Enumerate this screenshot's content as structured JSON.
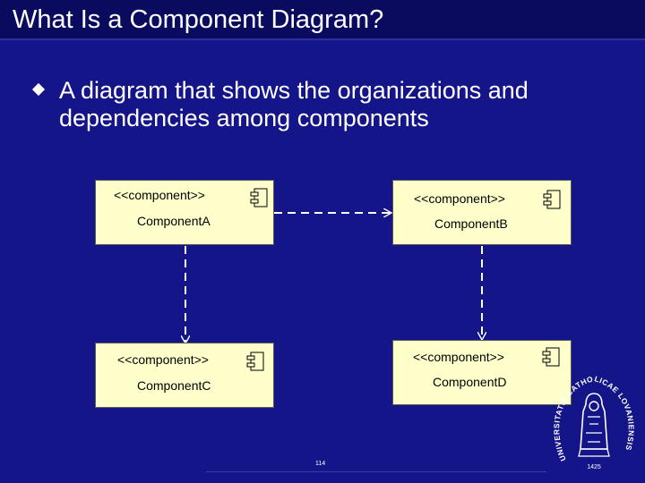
{
  "slide": {
    "title": "What Is a Component Diagram?",
    "bullet": "A diagram that shows the organizations and dependencies among components",
    "page_number": "114"
  },
  "diagram": {
    "components": [
      {
        "id": "A",
        "stereotype": "<<component>>",
        "name": "ComponentA"
      },
      {
        "id": "B",
        "stereotype": "<<component>>",
        "name": "ComponentB"
      },
      {
        "id": "C",
        "stereotype": "<<component>>",
        "name": "ComponentC"
      },
      {
        "id": "D",
        "stereotype": "<<component>>",
        "name": "ComponentD"
      }
    ],
    "dependencies": [
      {
        "from": "ComponentA",
        "to": "ComponentB"
      },
      {
        "from": "ComponentA",
        "to": "ComponentC"
      },
      {
        "from": "ComponentB",
        "to": "ComponentD"
      }
    ]
  },
  "logo": {
    "text": "UNIVERSITATIS CATHOLICAE LOVANIENSIS",
    "year": "1425"
  },
  "colors": {
    "background": "#12127a",
    "component_fill": "#ffffcc",
    "text": "#ffffff"
  }
}
